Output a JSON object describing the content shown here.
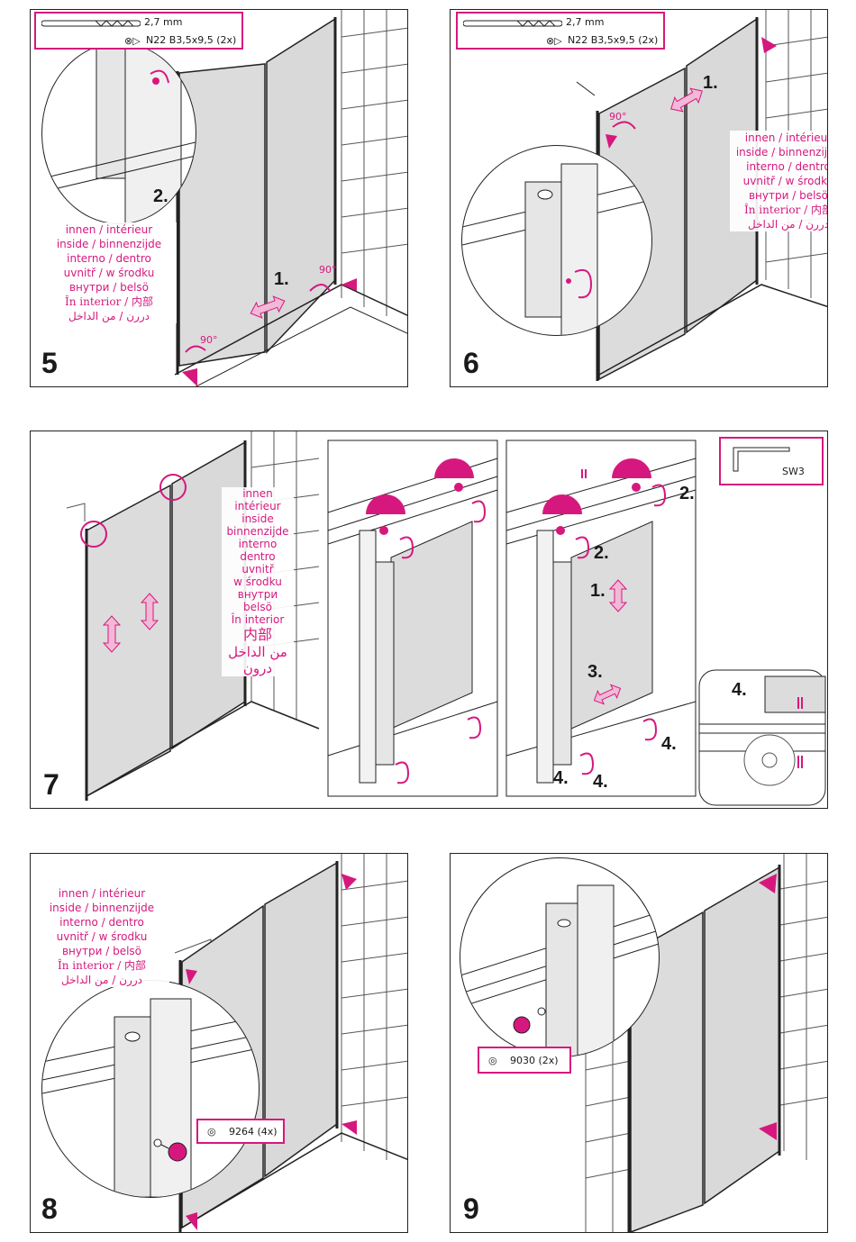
{
  "colors": {
    "accent": "#d6187e",
    "glass": "#dcdcdc",
    "line": "#222222"
  },
  "inside_words": [
    "innen / intérieur",
    "inside / binnenzijde",
    "interno / dentro",
    "uvnitř / w środku",
    "внутри / belsö",
    "În interior / 内部",
    "دررن / من الداخل"
  ],
  "inside_words_stacked": [
    "innen",
    "intérieur",
    "inside",
    "binnenzijde",
    "interno",
    "dentro",
    "uvnitř",
    "w środku",
    "внутри",
    "belsö",
    "În interior",
    "内部",
    "من الداخل",
    "درون"
  ],
  "step5": {
    "number": "5",
    "drill_text": "2,7 mm",
    "screw_text": "N22 B3,5x9,5 (2x)",
    "labels": {
      "step1": "1.",
      "step2": "2."
    },
    "angles": [
      "90°",
      "90°"
    ]
  },
  "step6": {
    "number": "6",
    "drill_text": "2,7 mm",
    "screw_text": "N22 B3,5x9,5 (2x)",
    "labels": {
      "step1": "1."
    },
    "angles": [
      "90°"
    ]
  },
  "step7": {
    "number": "7",
    "tool_text": "SW3",
    "labels": {
      "s2a": "2.",
      "s2b": "2.",
      "s1": "1.",
      "s3": "3.",
      "s4a": "4.",
      "s4b": "4.",
      "s4c": "4.",
      "s4d": "4."
    }
  },
  "step8": {
    "number": "8",
    "part_text": "9264 (4x)"
  },
  "step9": {
    "number": "9",
    "part_text": "9030 (2x)"
  }
}
